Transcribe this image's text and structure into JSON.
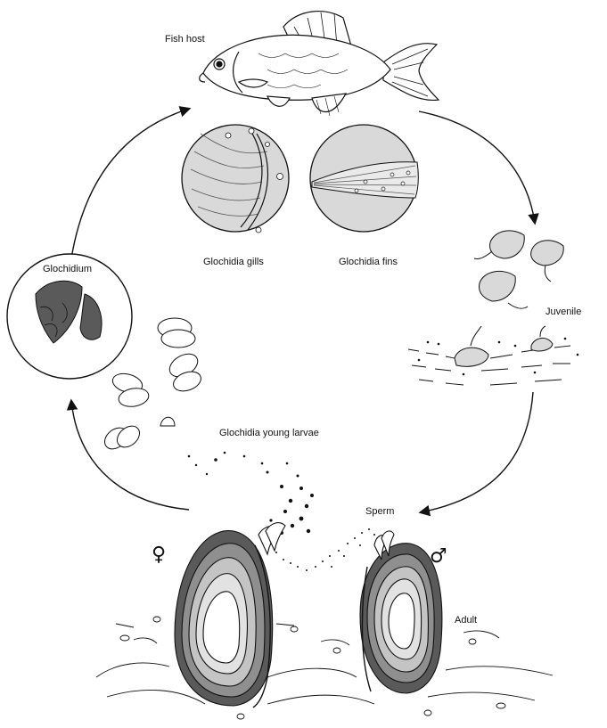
{
  "labels": {
    "fish_host": "Fish host",
    "glochidia_gills": "Glochidia gills",
    "glochidia_fins": "Glochidia fins",
    "juvenile": "Juvenile",
    "glochidium": "Glochidium",
    "young_larvae": "Glochidia young larvae",
    "sperm": "Sperm",
    "adult": "Adult"
  },
  "symbols": {
    "female": "♀",
    "male": "♂"
  },
  "colors": {
    "line": "#111111",
    "circle_fill": "#d9d9d9",
    "shell_dark": "#5a5a5a",
    "shell_mid": "#8f8f8f",
    "shell_light": "#c4c4c4",
    "shell_lighter": "#e2e2e2"
  }
}
